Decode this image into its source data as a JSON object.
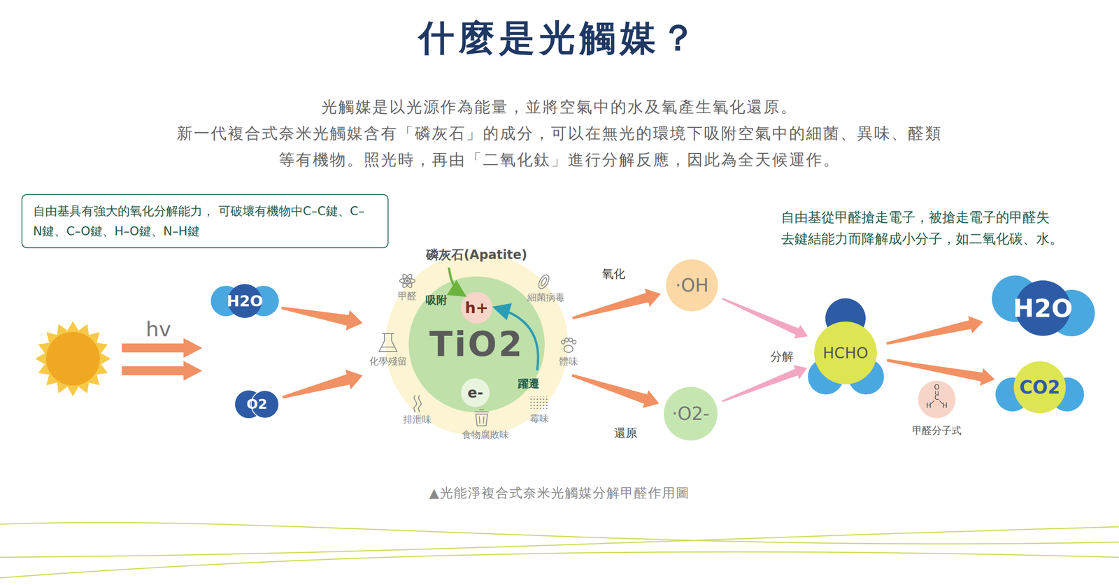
{
  "diagram": {
    "title": "什麼是光觸媒？",
    "caption": "▲光能淨複合式奈米光觸媒分解甲醛作用圖",
    "nodes": [
      {
        "text": [
          "自由基具有強大的氧化分解能力， 可破壞有機物中C–C鍵、C–N鍵、C–O鍵、H–O鍵、N–H鍵"
        ]
      },
      {
        "text": [
          "H2O"
        ]
      },
      {
        "text": [
          "O2"
        ]
      },
      {
        "text": [
          "磷灰石(Apatite)"
        ]
      },
      {
        "text": [
          "TiO2"
        ],
        "in": 3
      },
      {
        "text": [
          "h+"
        ],
        "in": 4
      },
      {
        "text": [
          "e-"
        ],
        "in": 4
      },
      {
        "text": [
          "·OH"
        ]
      },
      {
        "text": [
          "·O2-"
        ]
      },
      {
        "text": [
          "HCHO"
        ]
      },
      {
        "text": [
          "O",
          "C",
          "H",
          "H",
          "甲醛分子式"
        ]
      },
      {
        "text": [
          "H2O"
        ]
      },
      {
        "text": [
          "CO2"
        ]
      }
    ],
    "edges": [
      {
        "from": 1,
        "to": 3,
        "arrow": "to"
      },
      {
        "from": 2,
        "to": 3,
        "arrow": "to"
      },
      {
        "from": 3,
        "to": 7,
        "arrow": "to",
        "label": "氧化"
      },
      {
        "from": 3,
        "to": 8,
        "arrow": "to",
        "label": "還原"
      },
      {
        "from": 7,
        "to": 9,
        "arrow": "to"
      },
      {
        "from": 8,
        "to": 9,
        "arrow": "to"
      },
      {
        "from": 9,
        "to": 11,
        "arrow": "to"
      },
      {
        "from": 9,
        "to": 12,
        "arrow": "to"
      }
    ],
    "labels": [
      "光觸媒是以光源作為能量，並將空氣中的水及氧產生氧化還原。",
      "新一代複合式奈米光觸媒含有「磷灰石」的成分，可以在無光的環境下吸附空氣中的細菌、異味、醛類",
      "等有機物。照光時，再由「二氧化鈦」進行分解反應，因此為全天候運作。",
      "hv",
      "吸附",
      "甲醛",
      "細菌病毒",
      "化學殘留",
      "體味",
      "躍遷",
      "排泄味",
      "霉味",
      "食物腐敗味",
      "自由基從甲醛搶走電子，被搶走電子的甲醛失 去鍵結能力而降解成小分子，如二氧化碳、水。",
      "分解"
    ]
  }
}
